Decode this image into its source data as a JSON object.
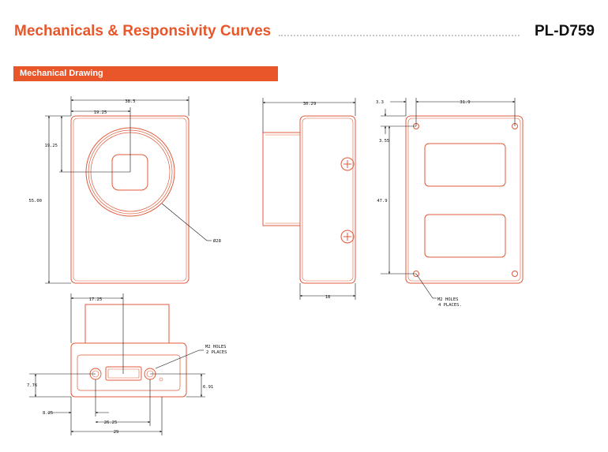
{
  "header": {
    "title": "Mechanicals & Responsivity Curves",
    "model": "PL-D759"
  },
  "section": {
    "title": "Mechanical Drawing"
  },
  "colors": {
    "accent": "#e8562a",
    "drawing_line": "#e05a3a",
    "dimension_line": "#111111"
  },
  "drawing": {
    "front_view": {
      "width_dim": "38.5",
      "half_width_dim": "19.25",
      "height_dim": "55.00",
      "center_height_dim": "19.25",
      "lens_diameter": "Ø28"
    },
    "side_view": {
      "depth_dim": "30.29",
      "body_depth_dim": "18"
    },
    "back_view": {
      "hole_offset_x": "3.3",
      "hole_span_x": "31.9",
      "hole_offset_y": "3.55",
      "hole_span_y": "47.9",
      "hole_note_line1": "M2 HOLES",
      "hole_note_line2": "4 PLACES."
    },
    "bottom_view": {
      "top_dim": "17.25",
      "hole_note_line1": "M2 HOLES",
      "hole_note_line2": "2 PLACES",
      "left_height_dim": "7.76",
      "right_height_dim": "6.91",
      "left_offset_dim": "8.25",
      "hole_span_dim": "26.25",
      "overall_width_dim": "29"
    }
  }
}
